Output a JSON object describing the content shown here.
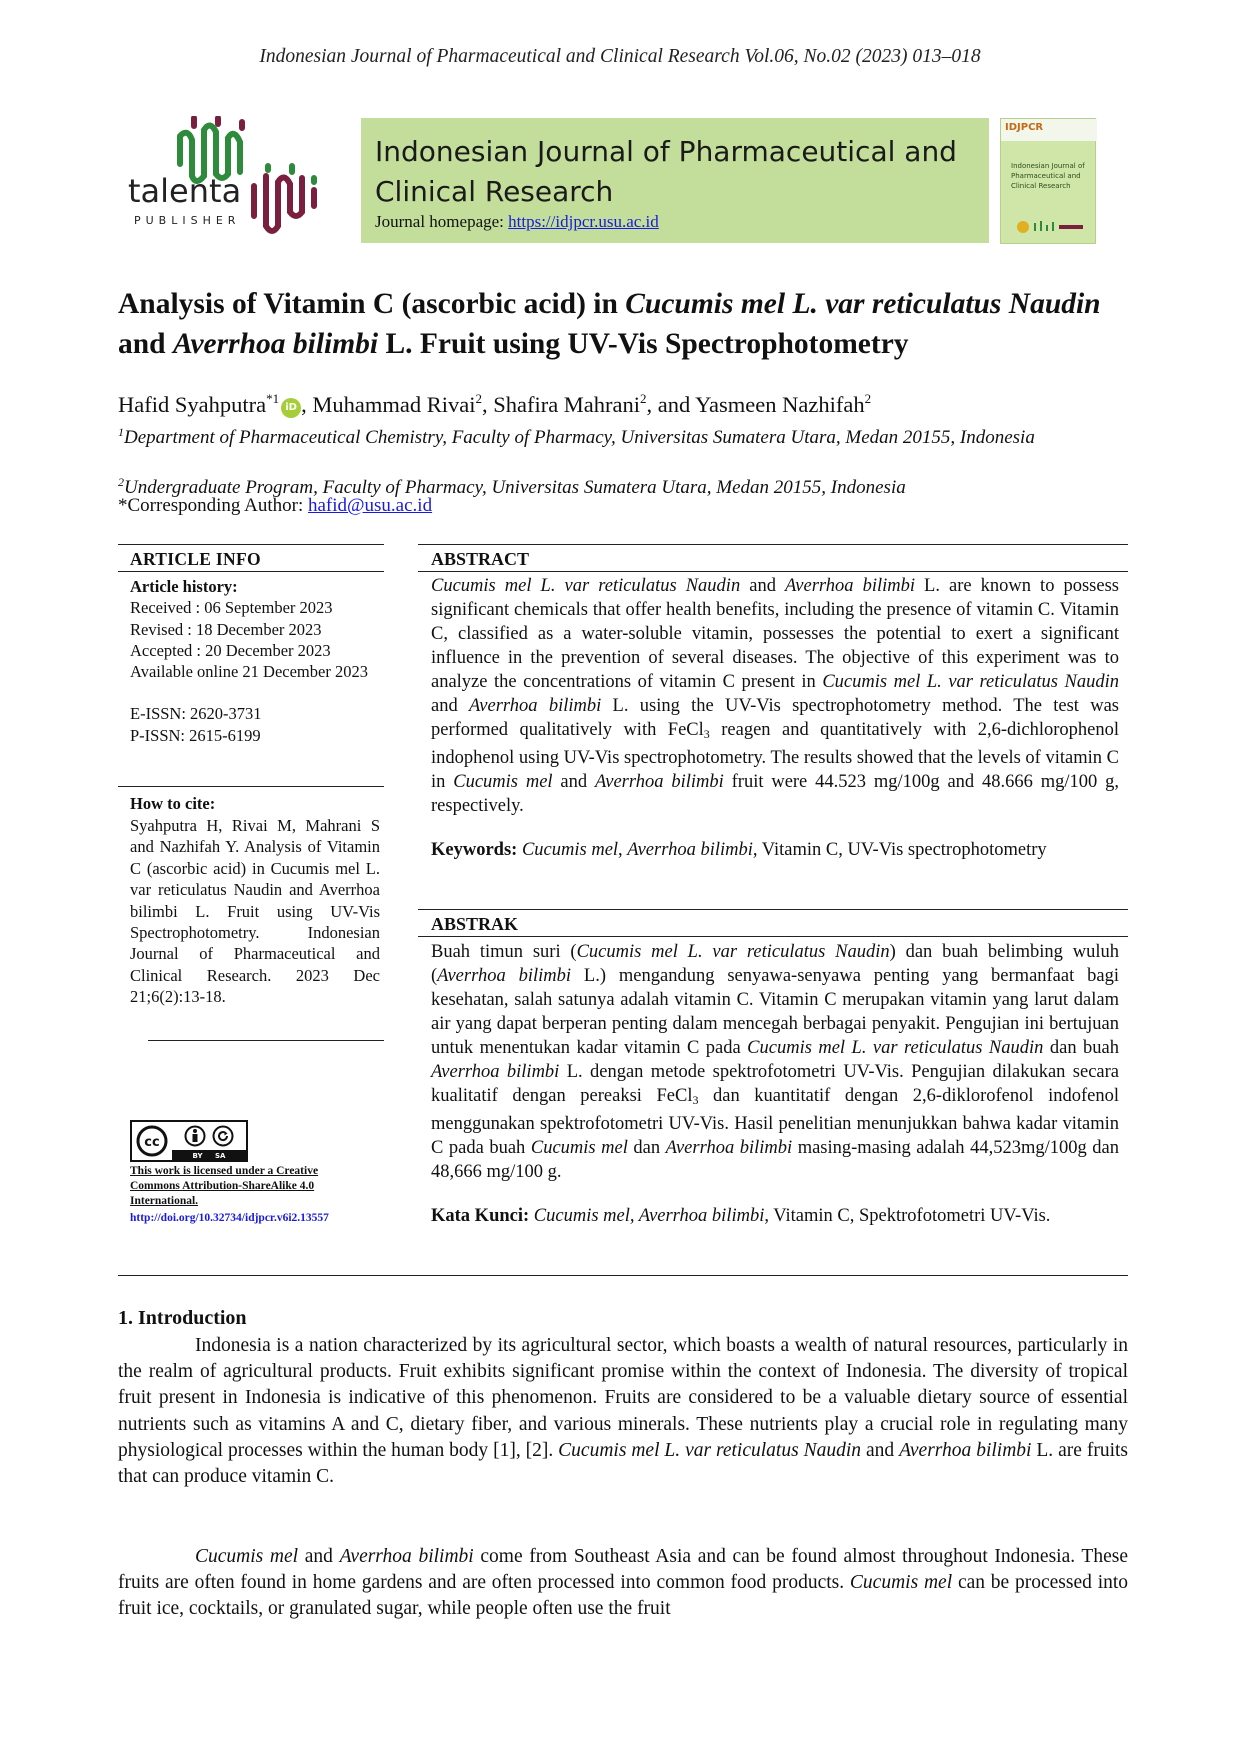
{
  "running_head": "Indonesian Journal of Pharmaceutical and Clinical Research Vol.06, No.02 (2023) 013–018",
  "publisher": {
    "name": "talenta",
    "sub": "PUBLISHER"
  },
  "banner": {
    "title": "Indonesian Journal of Pharmaceutical and Clinical Research",
    "homepage_label": "Journal homepage:",
    "homepage_url": "https://idjpcr.usu.ac.id"
  },
  "cover": {
    "logo": "IDJPCR",
    "title": "Indonesian Journal of Pharmaceutical and Clinical Research"
  },
  "paper": {
    "title_parts": [
      "Analysis of Vitamin C (ascorbic acid) in ",
      "Cucumis mel L. var reticulatus Naudin",
      " and ",
      "Averrhoa bilimbi",
      " L. Fruit using UV-Vis Spectrophotometry"
    ],
    "authors": [
      {
        "name": "Hafid Syahputra",
        "sup": "*1"
      },
      {
        "name": "Muhammad Rivai",
        "sup": "2"
      },
      {
        "name": "Shafira Mahrani",
        "sup": "2"
      },
      {
        "name": "Yasmeen Nazhifah",
        "sup": "2"
      }
    ],
    "orcid": "iD",
    "sep_comma": ", ",
    "sep_and": ", and ",
    "affiliations": [
      {
        "sup": "1",
        "text": "Department of Pharmaceutical Chemistry, Faculty of Pharmacy, Universitas Sumatera Utara, Medan 20155, Indonesia"
      },
      {
        "sup": "2",
        "text": "Undergraduate Program, Faculty of Pharmacy, Universitas Sumatera Utara, Medan 20155, Indonesia"
      }
    ],
    "corresponding_label": "*Corresponding Author:",
    "corresponding_email": "hafid@usu.ac.id"
  },
  "article_info": {
    "heading": "ARTICLE INFO",
    "history_label": "Article history:",
    "received": "Received : 06 September 2023",
    "revised": "Revised : 18 December 2023",
    "accepted": "Accepted : 20 December 2023",
    "online": "Available online 21 December 2023",
    "eissn": "E-ISSN: 2620-3731",
    "pissn": "P-ISSN: 2615-6199",
    "cite_label": "How to cite:",
    "cite_text": "Syahputra H, Rivai M, Mahrani S and Nazhifah Y. Analysis of Vitamin C (ascorbic acid) in Cucumis mel L. var reticulatus Naudin and Averrhoa bilimbi L. Fruit using UV-Vis Spectrophotometry. Indonesian Journal of Pharmaceutical and Clinical Research. 2023 Dec 21;6(2):13-18.",
    "license_badge_text": "BY SA",
    "license_text": "This work is licensed under a Creative Commons Attribution-ShareAlike 4.0 International.",
    "doi": "http://doi.org/10.32734/idjpcr.v6i2.13557"
  },
  "abstract": {
    "heading": "ABSTRACT",
    "parts": [
      "Cucumis mel L. var reticulatus Naudin",
      " and ",
      "Averrhoa bilimbi",
      " L. are known to possess significant chemicals that offer health benefits, including the presence of vitamin C. Vitamin C, classified as a water-soluble vitamin, possesses the potential to exert a significant influence in the prevention of several diseases. The objective of this experiment was to analyze the concentrations of vitamin C present in ",
      "Cucumis mel L. var reticulatus Naudin",
      " and ",
      "Averrhoa bilimbi",
      " L. using the UV-Vis spectrophotometry method. The test was performed qualitatively with FeCl",
      "3",
      " reagen and quantitatively with 2,6-dichlorophenol indophenol using UV-Vis spectrophotometry. The results showed that the levels of vitamin C in ",
      "Cucumis mel",
      " and ",
      "Averrhoa bilimbi",
      " fruit were 44.523 mg/100g and 48.666 mg/100 g, respectively."
    ],
    "keywords_label": "Keywords:",
    "keywords_parts": [
      " ",
      "Cucumis mel",
      ", ",
      "Averrhoa bilimbi",
      ", Vitamin C, UV-Vis spectrophotometry"
    ]
  },
  "abstrak": {
    "heading": "ABSTRAK",
    "parts": [
      "Buah timun suri (",
      "Cucumis mel L. var reticulatus Naudin",
      ") dan buah belimbing wuluh (",
      "Averrhoa bilimbi",
      " L.) mengandung senyawa-senyawa penting yang bermanfaat bagi kesehatan, salah satunya adalah vitamin C. Vitamin C merupakan vitamin yang larut dalam air yang dapat berperan penting dalam mencegah berbagai penyakit. Pengujian ini bertujuan untuk menentukan kadar vitamin C pada ",
      "Cucumis mel L. var reticulatus Naudin",
      " dan buah ",
      "Averrhoa bilimbi",
      " L. dengan metode spektrofotometri UV-Vis. Pengujian dilakukan secara kualitatif dengan pereaksi FeCl",
      "3",
      " dan kuantitatif dengan 2,6-diklorofenol indofenol menggunakan spektrofotometri UV-Vis. Hasil penelitian menunjukkan bahwa kadar vitamin C pada buah ",
      "Cucumis mel",
      " dan ",
      "Averrhoa bilimbi",
      "  masing-masing adalah 44,523mg/100g dan 48,666 mg/100 g."
    ],
    "keywords_label": "Kata Kunci:",
    "keywords_parts": [
      " ",
      "Cucumis mel, Averrhoa bilimbi",
      ", Vitamin C, Spektrofotometri UV-Vis."
    ]
  },
  "introduction": {
    "heading": "1.  Introduction",
    "p1_parts": [
      "Indonesia is a nation characterized by its agricultural sector, which boasts a wealth of natural resources, particularly in the realm of agricultural products. Fruit exhibits significant promise within the context of Indonesia. The diversity of tropical fruit present in Indonesia is indicative of this phenomenon. Fruits are considered to be a valuable dietary source of essential nutrients such as vitamins A and C, dietary fiber, and various minerals. These nutrients play a crucial role in regulating many physiological processes within the human body [1], [2]. ",
      "Cucumis mel L. var reticulatus Naudin",
      " and ",
      "Averrhoa bilimbi",
      " L. are fruits that can produce vitamin C."
    ],
    "p2_parts": [
      "Cucumis mel",
      " and ",
      "Averrhoa bilimbi",
      " come from Southeast Asia and can be found almost throughout Indonesia. These fruits are often found in home gardens and are often processed into common food products. ",
      "Cucumis mel",
      " can be processed into fruit ice, cocktails, or granulated sugar, while people often use the fruit"
    ]
  }
}
